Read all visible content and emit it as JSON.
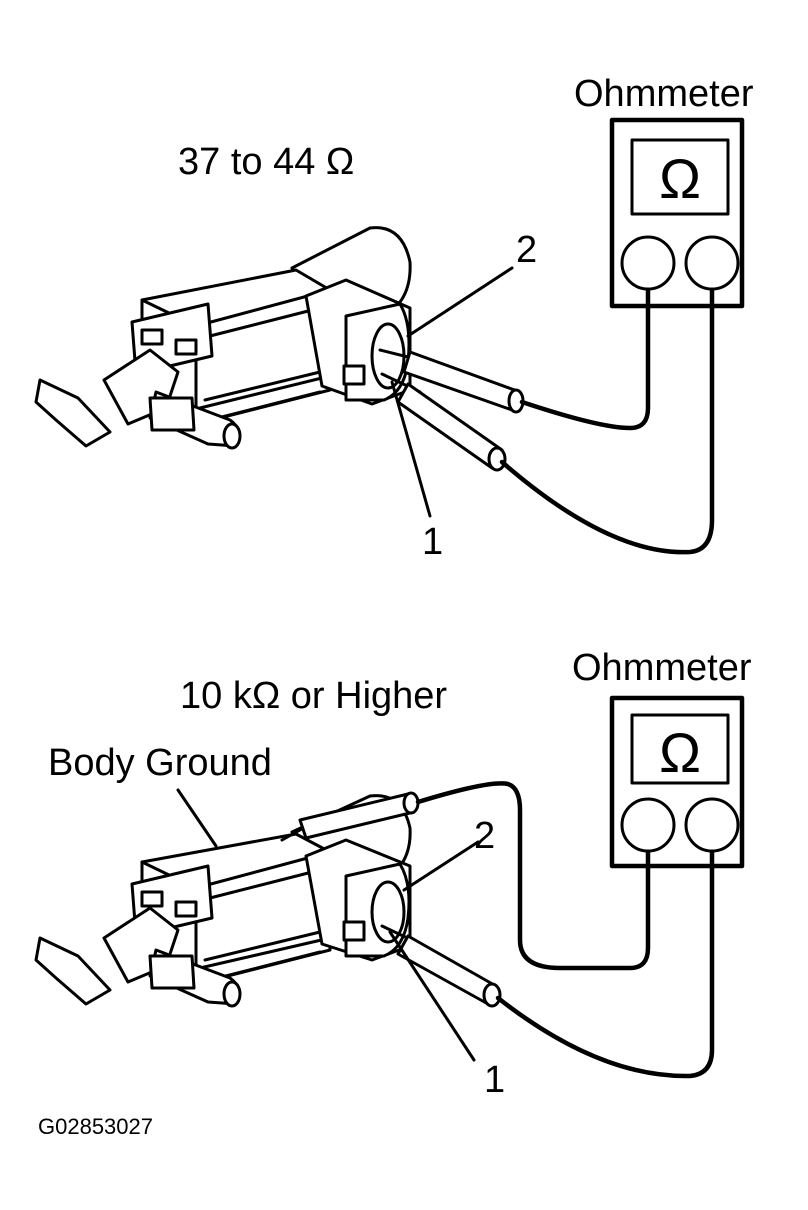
{
  "panels": [
    {
      "meter_label": "Ohmmeter",
      "meter_symbol": "Ω",
      "reading": "37 to 44 Ω",
      "pin_a": "2",
      "pin_b": "1"
    },
    {
      "meter_label": "Ohmmeter",
      "meter_symbol": "Ω",
      "reading": "10 kΩ or Higher",
      "ground_label": "Body Ground",
      "pin_a": "2",
      "pin_b": "1"
    }
  ],
  "figure_id": "G02853027"
}
